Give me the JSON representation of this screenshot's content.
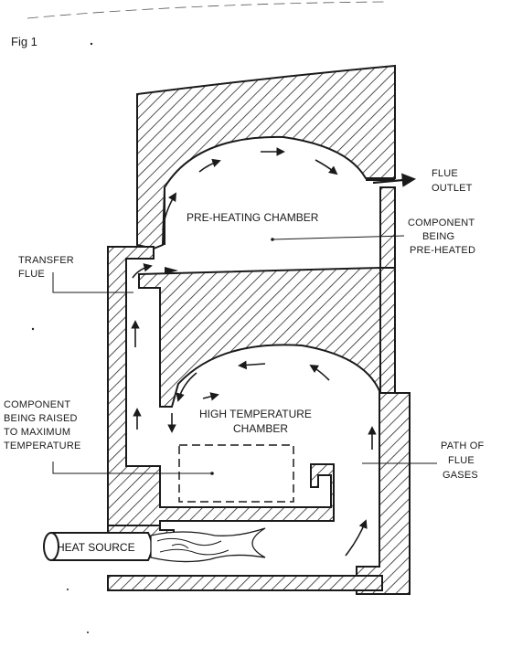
{
  "figure": {
    "label": "Fig 1"
  },
  "chambers": {
    "preheat": "PRE-HEATING CHAMBER",
    "high_line1": "HIGH TEMPERATURE",
    "high_line2": "CHAMBER"
  },
  "callouts": {
    "flue_outlet": [
      "FLUE",
      "OUTLET"
    ],
    "component_preheated": [
      "COMPONENT",
      "BEING",
      "PRE-HEATED"
    ],
    "transfer_flue": [
      "TRANSFER",
      "FLUE"
    ],
    "component_raised": [
      "COMPONENT",
      "BEING RAISED",
      "TO MAXIMUM",
      "TEMPERATURE"
    ],
    "path_flue_gases": [
      "PATH OF",
      "FLUE",
      "GASES"
    ]
  },
  "heat_source": {
    "label": "HEAT SOURCE"
  },
  "colors": {
    "ink": "#1a1a1a",
    "paper": "#ffffff"
  }
}
